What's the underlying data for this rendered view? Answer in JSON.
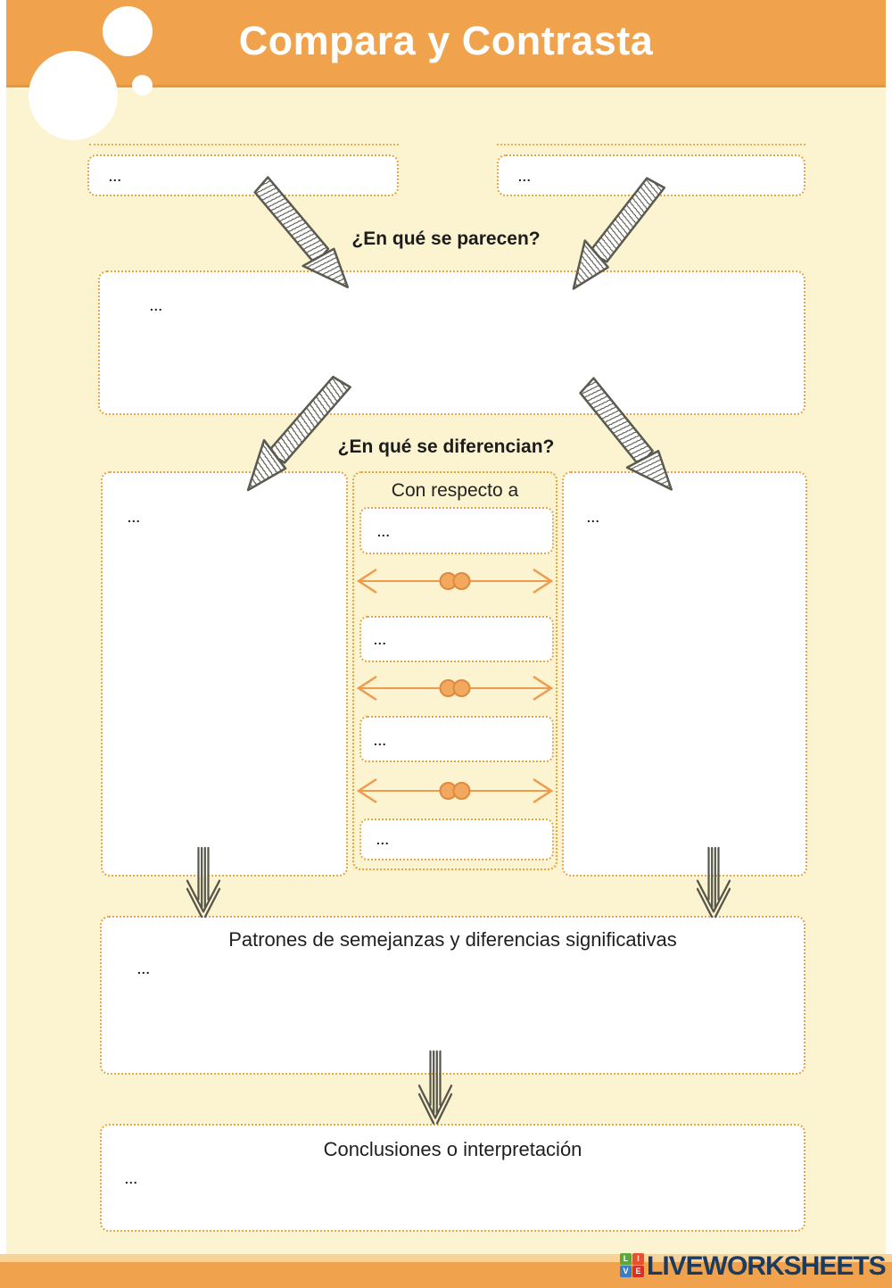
{
  "header": {
    "title": "Compara y Contrasta"
  },
  "labels": {
    "similarities_question": "¿En qué se parecen?",
    "differences_question": "¿En qué se diferencian?",
    "with_respect_to": "Con respecto a",
    "patterns_title": "Patrones de semejanzas y diferencias significativas",
    "conclusions_title": "Conclusiones o interpretación"
  },
  "fields": {
    "topic_a": "...",
    "topic_b": "...",
    "similarities": "...",
    "differences_left": "...",
    "differences_right": "...",
    "aspect_1": "...",
    "aspect_2": "...",
    "aspect_3": "...",
    "aspect_4": "...",
    "patterns": "...",
    "conclusions": "..."
  },
  "footer": {
    "brand": "LIVEWORKSHEETS",
    "logo_letters": [
      "L",
      "I",
      "V",
      "E"
    ]
  },
  "colors": {
    "header_orange": "#F0A24D",
    "background_cream": "#FCF3D1",
    "dotted_border": "#E9A43D",
    "double_arrow": "#ED9C4E",
    "sketch_arrow": "#5A5A50",
    "brand_navy": "#1C3B60",
    "logo_green": "#5BA83C",
    "logo_orange_red": "#E8502E",
    "logo_blue": "#3B7DC8",
    "logo_red": "#D93025"
  }
}
